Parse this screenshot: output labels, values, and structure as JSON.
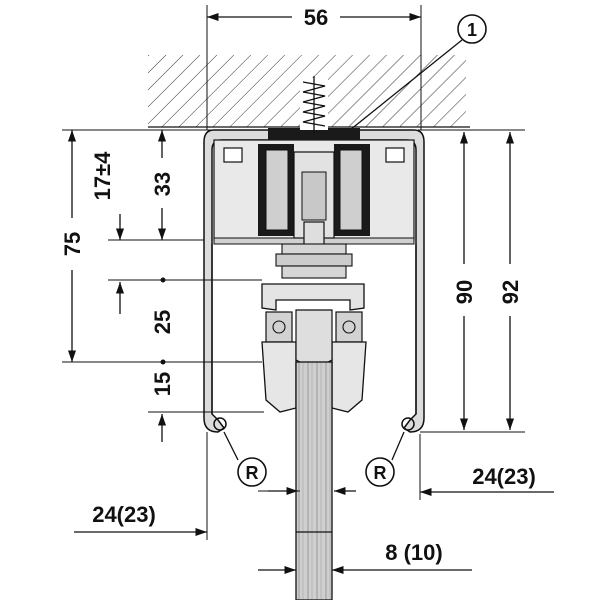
{
  "dimensions": {
    "top_width": "56",
    "height_75": "75",
    "height_17": "17±4",
    "height_33": "33",
    "height_25": "25",
    "height_15": "15",
    "height_90": "90",
    "height_92": "92",
    "left_offset": "24(23)",
    "right_offset": "24(23)",
    "panel_thickness": "8 (10)"
  },
  "markers": {
    "callout_1": "1",
    "r_left": "R",
    "r_right": "R"
  },
  "colors": {
    "profile": "#dcdcdc",
    "dark": "#1a1a1a",
    "panel": "#c8c8c8"
  }
}
